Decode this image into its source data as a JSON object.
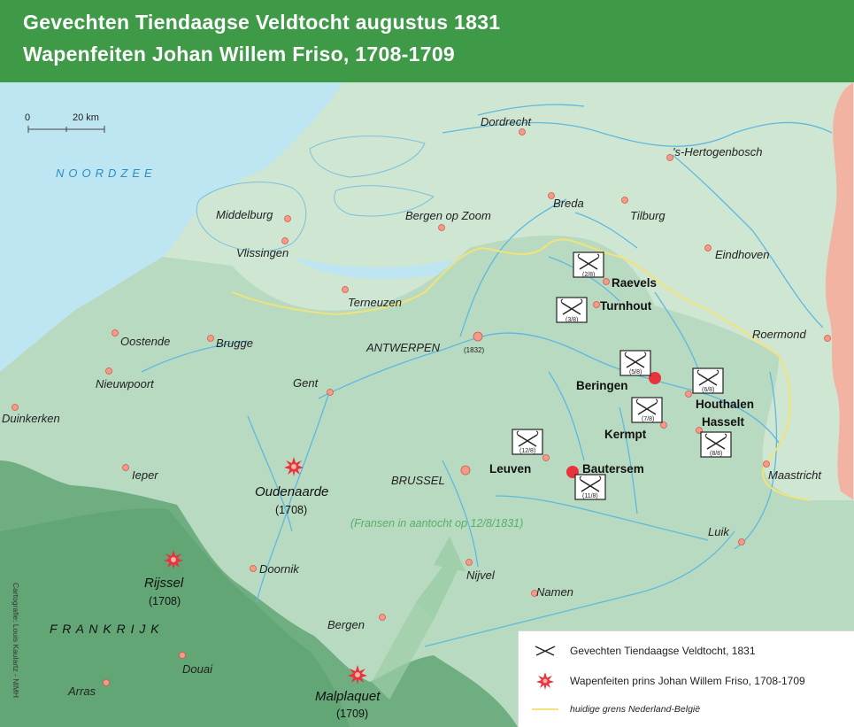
{
  "header": {
    "title_line1": "Gevechten Tiendaagse Veldtocht augustus 1831",
    "title_line2": "Wapenfeiten Johan Willem Friso, 1708-1709"
  },
  "scale": {
    "zero": "0",
    "distance": "20 km"
  },
  "sea": {
    "label": "NOORDZEE"
  },
  "country": {
    "label": "F R A N K R I J K"
  },
  "cities": {
    "dordrecht": "Dordrecht",
    "hertogenbosch": "'s-Hertogenbosch",
    "middelburg": "Middelburg",
    "vlissingen": "Vlissingen",
    "bergen_op_zoom": "Bergen op Zoom",
    "breda": "Breda",
    "tilburg": "Tilburg",
    "eindhoven": "Eindhoven",
    "terneuzen": "Terneuzen",
    "oostende": "Oostende",
    "brugge": "Brugge",
    "antwerpen": "ANTWERPEN",
    "antwerpen_year": "(1832)",
    "roermond": "Roermond",
    "nieuwpoort": "Nieuwpoort",
    "gent": "Gent",
    "duinkerken": "Duinkerken",
    "ieper": "Ieper",
    "brussel": "BRUSSEL",
    "maastricht": "Maastricht",
    "luik": "Luik",
    "doornik": "Doornik",
    "nijvel": "Nijvel",
    "namen": "Namen",
    "bergen": "Bergen",
    "douai": "Douai",
    "arras": "Arras"
  },
  "battles": [
    {
      "name": "Raevels",
      "date": "(2/8)"
    },
    {
      "name": "Turnhout",
      "date": "(3/8)"
    },
    {
      "name": "Beringen",
      "date": "(5/8)"
    },
    {
      "name": "Houthalen",
      "date": "(6/8)"
    },
    {
      "name": "Kermpt",
      "date": "(7/8)"
    },
    {
      "name": "Hasselt",
      "date": "(8/8)"
    },
    {
      "name": "Leuven",
      "date": "(12/8)"
    },
    {
      "name": "Bautersem",
      "date": "(11/8)"
    }
  ],
  "friso": [
    {
      "name": "Oudenaarde",
      "year": "(1708)"
    },
    {
      "name": "Rijssel",
      "year": "(1708)"
    },
    {
      "name": "Malplaquet",
      "year": "(1709)"
    }
  ],
  "advance": {
    "label": "(Fransen in aantocht op 12/8/1831)"
  },
  "credit": "Cartografie: Louis Kaulartz - NIMH",
  "legend": {
    "battle": "Gevechten Tiendaagse Veldtocht, 1831",
    "friso": "Wapenfeiten prins Johan Willem Friso, 1708-1709",
    "border": "huidige grens Nederland-België"
  },
  "colors": {
    "header": "#3f9a48",
    "sea": "#bde5f2",
    "land_nl": "#cfe6d3",
    "land_be": "#b8dac0",
    "france": "#6fae80",
    "germany": "#f3b3a3",
    "border": "#f1e37a",
    "city_dot": "#f39a8a",
    "battle_dot": "#e8323c"
  }
}
